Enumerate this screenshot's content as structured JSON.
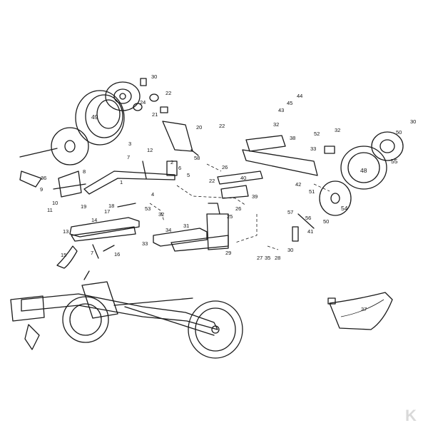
{
  "parts": [
    {
      "id": "p30a",
      "text": "30"
    },
    {
      "id": "p22a",
      "text": "22"
    },
    {
      "id": "p24",
      "text": "24"
    },
    {
      "id": "p49",
      "text": "49"
    },
    {
      "id": "p21",
      "text": "21"
    },
    {
      "id": "p20",
      "text": "20"
    },
    {
      "id": "p22b",
      "text": "22"
    },
    {
      "id": "p3",
      "text": "3"
    },
    {
      "id": "p12",
      "text": "12"
    },
    {
      "id": "p7a",
      "text": "7"
    },
    {
      "id": "p58a",
      "text": "58"
    },
    {
      "id": "p2",
      "text": "2"
    },
    {
      "id": "p6",
      "text": "6"
    },
    {
      "id": "p5",
      "text": "5"
    },
    {
      "id": "p1",
      "text": "1"
    },
    {
      "id": "p8",
      "text": "8"
    },
    {
      "id": "p36",
      "text": "36"
    },
    {
      "id": "p9",
      "text": "9"
    },
    {
      "id": "p10",
      "text": "10"
    },
    {
      "id": "p11",
      "text": "11"
    },
    {
      "id": "p4",
      "text": "4"
    },
    {
      "id": "p19",
      "text": "19"
    },
    {
      "id": "p18",
      "text": "18"
    },
    {
      "id": "p17",
      "text": "17"
    },
    {
      "id": "p53",
      "text": "53"
    },
    {
      "id": "p32a",
      "text": "32"
    },
    {
      "id": "p14",
      "text": "14"
    },
    {
      "id": "p13",
      "text": "13"
    },
    {
      "id": "p34",
      "text": "34"
    },
    {
      "id": "p31",
      "text": "31"
    },
    {
      "id": "p33a",
      "text": "33"
    },
    {
      "id": "p7b",
      "text": "7"
    },
    {
      "id": "p16",
      "text": "16"
    },
    {
      "id": "p15",
      "text": "15"
    },
    {
      "id": "p26a",
      "text": "26"
    },
    {
      "id": "p22c",
      "text": "22"
    },
    {
      "id": "p40",
      "text": "40"
    },
    {
      "id": "p39",
      "text": "39"
    },
    {
      "id": "p26b",
      "text": "26"
    },
    {
      "id": "p25",
      "text": "25"
    },
    {
      "id": "p29",
      "text": "29"
    },
    {
      "id": "p27",
      "text": "27"
    },
    {
      "id": "p35",
      "text": "35"
    },
    {
      "id": "p28",
      "text": "28"
    },
    {
      "id": "p44",
      "text": "44"
    },
    {
      "id": "p45",
      "text": "45"
    },
    {
      "id": "p43",
      "text": "43"
    },
    {
      "id": "p32b",
      "text": "32"
    },
    {
      "id": "p38",
      "text": "38"
    },
    {
      "id": "p52",
      "text": "52"
    },
    {
      "id": "p32c",
      "text": "32"
    },
    {
      "id": "p33b",
      "text": "33"
    },
    {
      "id": "p42",
      "text": "42"
    },
    {
      "id": "p48",
      "text": "48"
    },
    {
      "id": "p55",
      "text": "55"
    },
    {
      "id": "p50a",
      "text": "50"
    },
    {
      "id": "p30b",
      "text": "30"
    },
    {
      "id": "p51",
      "text": "51"
    },
    {
      "id": "p54",
      "text": "54"
    },
    {
      "id": "p57",
      "text": "57"
    },
    {
      "id": "p56",
      "text": "56"
    },
    {
      "id": "p50b",
      "text": "50"
    },
    {
      "id": "p41",
      "text": "41"
    },
    {
      "id": "p30c",
      "text": "30"
    },
    {
      "id": "p37",
      "text": "37"
    }
  ],
  "brand_logo": "K"
}
